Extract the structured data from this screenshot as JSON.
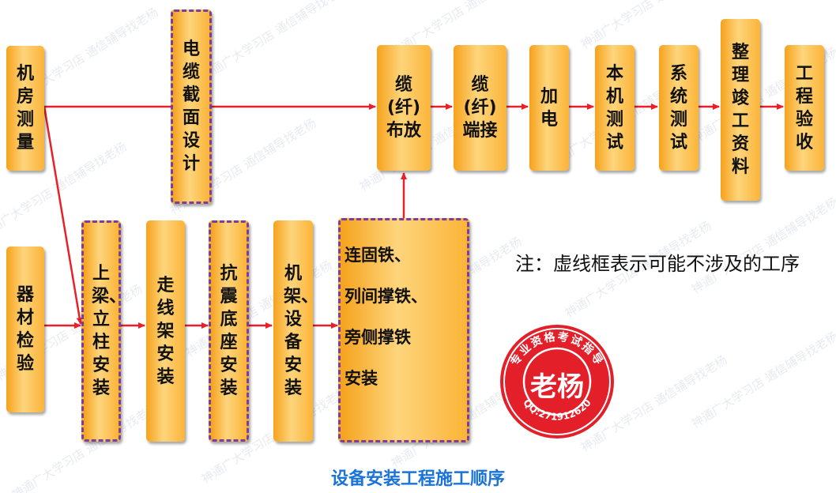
{
  "boxes": {
    "jifang_celiang": "机房测量",
    "dianlan_jiemian_sheji": "电缆截面设计",
    "lan_bufang": "缆(纤)布放",
    "lan_duanjie": "缆(纤)端接",
    "jiadian": "加电",
    "benji_ceshi": "本机测试",
    "xitong_ceshi": "系统测试",
    "zhengli_jungong_ziliao": "整理竣工资料",
    "gongcheng_yanshou": "工程验收",
    "qicai_jianyan": "器材检验",
    "shangliang_lizhu_anzhuang": "上梁、立柱安装",
    "zouxianjia_anzhuang": "走线架安装",
    "kangzhen_dizuo_anzhuang": "抗震底座安装",
    "jijia_shebei_anzhuang": "机架、设备安装",
    "liangutie": "连固铁、\n列间撑铁、\n旁侧撑铁\n安装"
  },
  "note": "注：虚线框表示可能不涉及的工序",
  "caption": "设备安装工程施工顺序",
  "stamp": {
    "name": "老杨",
    "ring_text": "专业资格考试指导",
    "qq": "QQ:271912620"
  },
  "watermark": "神通广大学习店  通信辅导找老杨",
  "colors": {
    "box_fill": "#fbc24e",
    "dashed_border": "#7a3f9e",
    "arrow": "#e8202a",
    "caption": "#1a73d6",
    "stamp": "#e3202a"
  }
}
